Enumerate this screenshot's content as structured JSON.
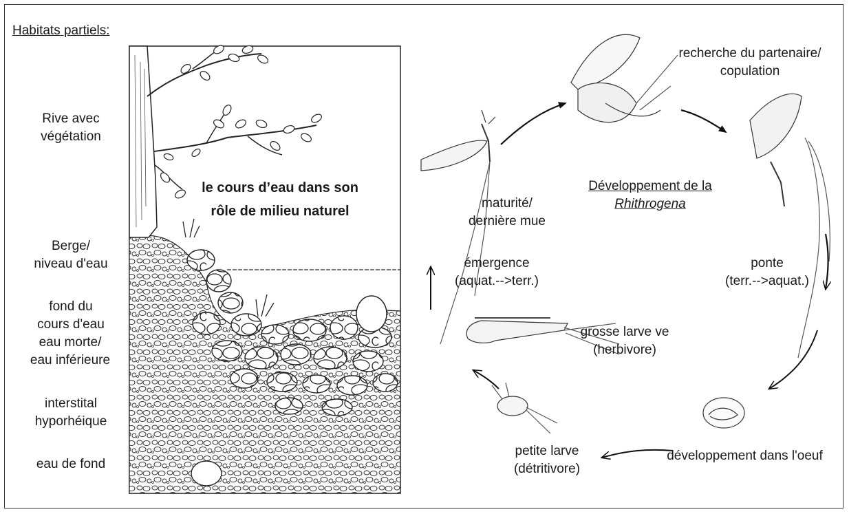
{
  "title": "Habitats partiels:",
  "habitats": [
    "Rive avec\nvégétation",
    "Berge/\nniveau d'eau",
    "fond du\ncours d'eau",
    "eau morte/\neau inférieure",
    "interstital\nhyporhéique",
    "eau de fond"
  ],
  "panel_text": "le cours d’eau dans son\nrôle de milieu naturel",
  "cycle": {
    "title_line1": "Développement de la",
    "title_line2": "Rhithrogena",
    "stages": {
      "copulation": "recherche du partenaire/\ncopulation",
      "ponte": "ponte\n(terr.-->aquat.)",
      "oeuf": "développement dans l'oeuf",
      "petite_larve": "petite larve\n(détritivore)",
      "grosse_larve": "grosse larve ve\n(herbivore)",
      "emergence": "émergence\n(aquat.-->terr.)",
      "maturite": "maturité/\ndernière mue"
    }
  }
}
